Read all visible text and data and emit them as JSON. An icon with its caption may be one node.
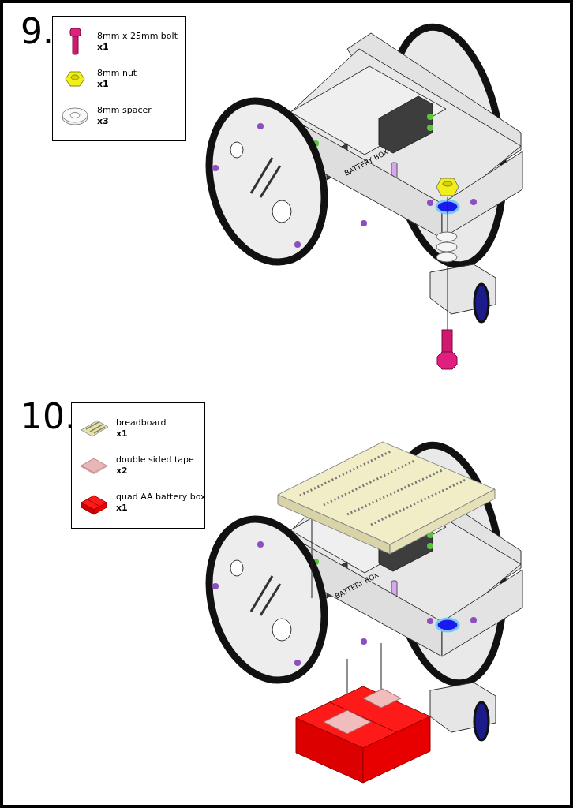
{
  "diagram": {
    "nodes": [
      {
        "text": [
          "8mm x 25mm bolt",
          "x1",
          "8mm nut",
          "x1",
          "8mm spacer",
          "x3"
        ]
      },
      {
        "text": [
          "breadboard",
          "x1",
          "double sided tape",
          "x2",
          "quad AA battery box",
          "x1"
        ]
      }
    ],
    "labels": [
      "9.",
      "BATTERY BOX",
      "10.",
      "BATTERY BOX"
    ]
  }
}
